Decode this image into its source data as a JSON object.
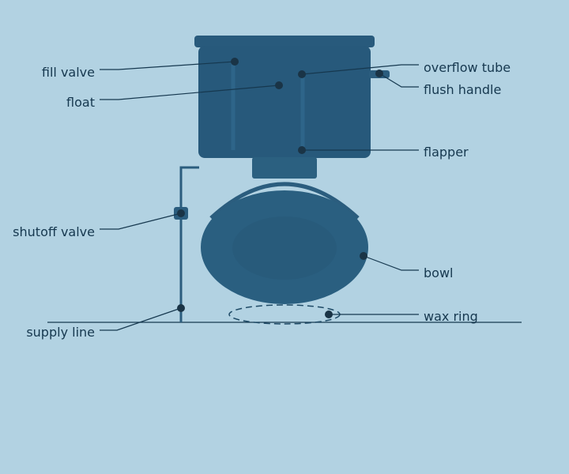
{
  "diagram": {
    "subject": "toilet",
    "labels": {
      "fill_valve": "fill valve",
      "float": "float",
      "overflow_tube": "overflow tube",
      "flush_handle": "flush handle",
      "flapper": "flapper",
      "shutoff_valve": "shutoff valve",
      "bowl": "bowl",
      "wax_ring": "wax ring",
      "supply_line": "supply line"
    }
  },
  "colors": {
    "background": "#b2d2e2",
    "tank": "#27597b",
    "tank_lid": "#285a7c",
    "bowl": "#2a5f80",
    "bowl_inner": "#285b7b",
    "neck": "#2b6080",
    "pipe": "#2b5d7e",
    "leader": "#16384f",
    "dot": "#1a3446",
    "text": "#16384f"
  }
}
